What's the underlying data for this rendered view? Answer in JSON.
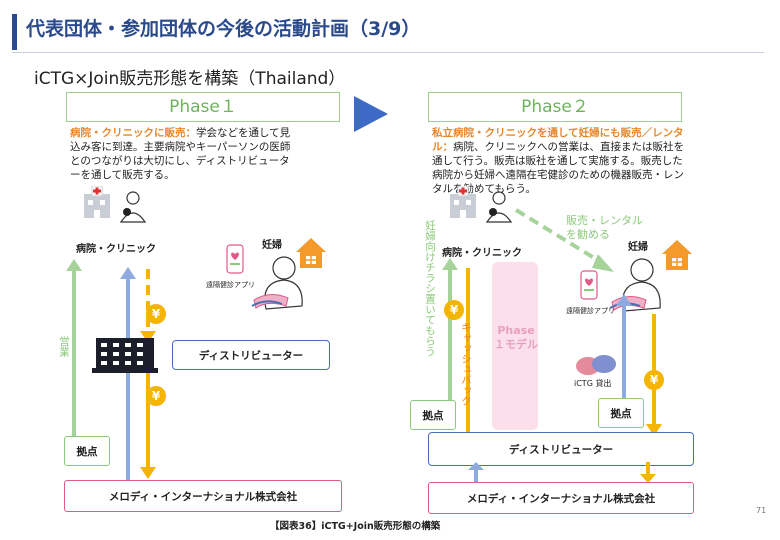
{
  "header": {
    "title": "代表団体・参加団体の今後の活動計画（3/9）",
    "subtitle": "iCTG×Join販売形態を構築（Thailand）"
  },
  "phase1": {
    "label": "Phase１",
    "desc_highlight": "病院・クリニックに販売：",
    "desc_rest": "学会などを通して見込み客に到達。主要病院やキーパーソンの医師とのつながりは大切にし、ディストリビューターを通して販売する。",
    "hospital_label": "病院・クリニック",
    "pregnant_label": "妊婦",
    "app_label": "遠隔健診アプリ",
    "sales_label": "営業",
    "distributor_label": "ディストリビューター",
    "base_label": "拠点",
    "company_label": "メロディ・インターナショナル株式会社",
    "yen1": "¥",
    "yen2": "¥"
  },
  "phase2": {
    "label": "Phase２",
    "desc_highlight": "私立病院・クリニックを通して妊婦にも販売／レンタル：",
    "desc_rest": "病院、クリニックへの営業は、直接または販社を通して行う。販売は販社を通して実施する。販売した病院から妊婦へ遠隔在宅健診のための機器販売・レンタルを勧めてもらう。",
    "hospital_label": "病院・クリニック",
    "pregnant_label": "妊婦",
    "app_label": "遠隔健診アプリ",
    "recommend_label": "販売・レンタルを勧める",
    "flyer_label": "妊婦向けチラシ置いてもらう",
    "cashback_label": "キャッシュバック",
    "model_label": "Phase１モデル",
    "device_label": "iCTG 貸出",
    "base1_label": "拠点",
    "base2_label": "拠点",
    "distributor_label": "ディストリビューター",
    "company_label": "メロディ・インターナショナル株式会社",
    "yen1": "¥",
    "yen2": "¥"
  },
  "footer": {
    "caption": "【図表36】iCTG+Join販売形態の構築",
    "page": "71"
  },
  "colors": {
    "title": "#2b4a8b",
    "green": "#a6d39a",
    "blue": "#8faadc",
    "yellow": "#f4b400",
    "pink": "#e05a8a",
    "orange": "#e8862a"
  }
}
